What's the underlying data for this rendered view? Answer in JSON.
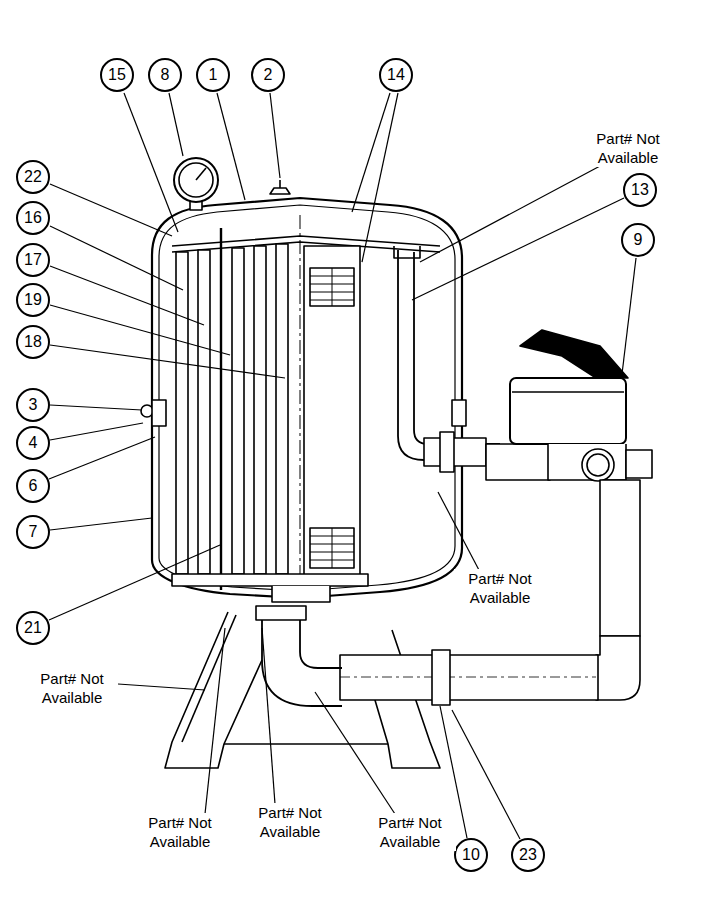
{
  "diagram": {
    "nodes": [
      {
        "text": [
          "15"
        ]
      },
      {
        "text": [
          "8"
        ]
      },
      {
        "text": [
          "1"
        ]
      },
      {
        "text": [
          "2"
        ]
      },
      {
        "text": [
          "14"
        ]
      },
      {
        "text": [
          "22"
        ]
      },
      {
        "text": [
          "13"
        ]
      },
      {
        "text": [
          "16"
        ]
      },
      {
        "text": [
          "9"
        ]
      },
      {
        "text": [
          "17"
        ]
      },
      {
        "text": [
          "19"
        ]
      },
      {
        "text": [
          "18"
        ]
      },
      {
        "text": [
          "3"
        ]
      },
      {
        "text": [
          "4"
        ]
      },
      {
        "text": [
          "6"
        ]
      },
      {
        "text": [
          "7"
        ]
      },
      {
        "text": [
          "21"
        ]
      },
      {
        "text": [
          "10"
        ]
      },
      {
        "text": [
          "23"
        ]
      }
    ],
    "labels": [
      "Part# Not Available",
      "Part# Not Available",
      "Part# Not Available",
      "Part# Not Available",
      "Part# Not Available",
      "Part# Not Available"
    ]
  }
}
